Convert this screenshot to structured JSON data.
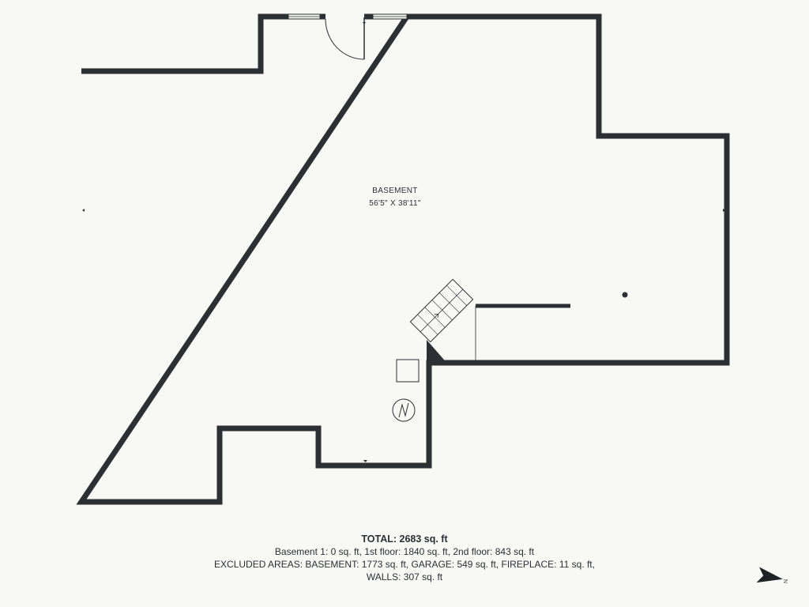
{
  "room": {
    "name": "BASEMENT",
    "dimensions": "56'5\" X 38'11\""
  },
  "summary": {
    "total": "TOTAL: 2683 sq. ft",
    "line1": "Basement 1: 0 sq. ft, 1st floor: 1840 sq. ft, 2nd floor: 843 sq. ft",
    "line2": "EXCLUDED AREAS: BASEMENT: 1773 sq. ft, GARAGE: 549 sq. ft, FIREPLACE: 11 sq. ft,",
    "line3": "WALLS: 307 sq. ft"
  },
  "compass": {
    "label": "N"
  },
  "colors": {
    "wall": "#2c2f33",
    "background": "#f8f8f4",
    "fixture": "#3a3d40"
  },
  "icons": {
    "compass": "compass-arrow-icon",
    "water_heater": "water-heater-icon",
    "electrical_panel": "electrical-panel-icon",
    "stairs": "stairs-icon",
    "door": "door-swing-icon",
    "column": "support-column-icon"
  }
}
